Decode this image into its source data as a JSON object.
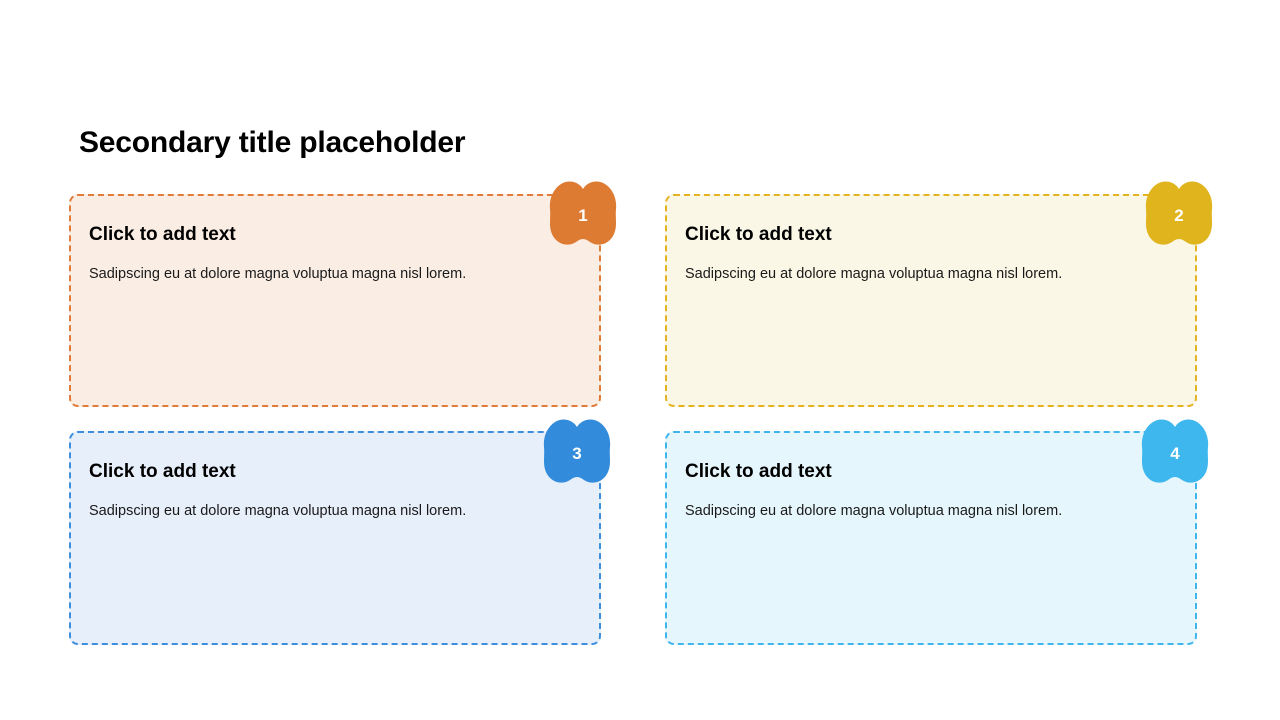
{
  "slide": {
    "background_color": "#FFFFFF",
    "title": "Secondary title placeholder"
  },
  "cards": [
    {
      "number": "1",
      "title": "Click to add text",
      "body": "Sadipscing eu at dolore magna voluptua magna nisl lorem.",
      "border_color": "#E07B39",
      "fill_color": "#FAEDE4",
      "badge_color": "#DD7B33",
      "badge_text_color": "#FFFFFF"
    },
    {
      "number": "2",
      "title": "Click to add text",
      "body": "Sadipscing eu at dolore magna voluptua magna nisl lorem.",
      "border_color": "#E3B41F",
      "fill_color": "#FAF7E6",
      "badge_color": "#E0B41C",
      "badge_text_color": "#FFFFFF"
    },
    {
      "number": "3",
      "title": "Click to add text",
      "body": "Sadipscing eu at dolore magna voluptua magna nisl lorem.",
      "border_color": "#3D8FDD",
      "fill_color": "#E7EFFB",
      "badge_color": "#338CDB",
      "badge_text_color": "#FFFFFF"
    },
    {
      "number": "4",
      "title": "Click to add text",
      "body": "Sadipscing eu at dolore magna voluptua magna nisl lorem.",
      "border_color": "#3FB5EC",
      "fill_color": "#E6F6FD",
      "badge_color": "#3EB7EE",
      "badge_text_color": "#FFFFFF"
    }
  ]
}
